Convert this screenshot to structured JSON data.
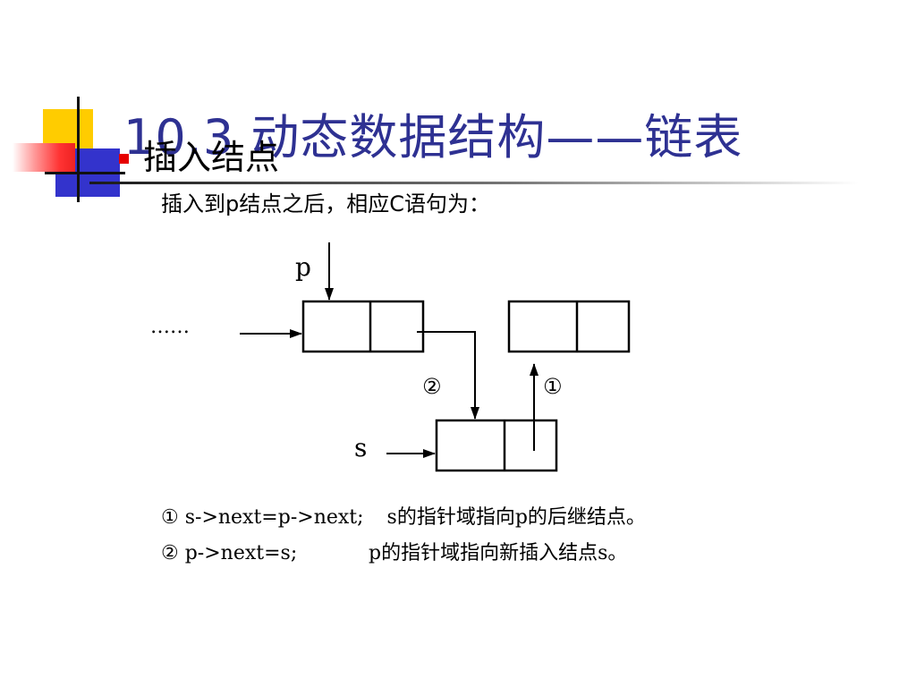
{
  "slide": {
    "title": "10.3 动态数据结构——链表",
    "bullet": "插入结点",
    "subtitle": "插入到p结点之后，相应C语句为："
  },
  "diagram": {
    "label_p": "p",
    "label_s": "s",
    "ellipsis": "……",
    "step1_marker": "①",
    "step2_marker": "②"
  },
  "statements": [
    {
      "code": "① s->next=p->next;",
      "desc": "s的指针域指向p的后继结点。"
    },
    {
      "code": "② p->next=s;",
      "desc": "p的指针域指向新插入结点s。"
    }
  ],
  "colors": {
    "title": "#2E3192",
    "accent_yellow": "#FFCC00",
    "accent_blue": "#3333CC",
    "accent_red": "#FF3333"
  }
}
